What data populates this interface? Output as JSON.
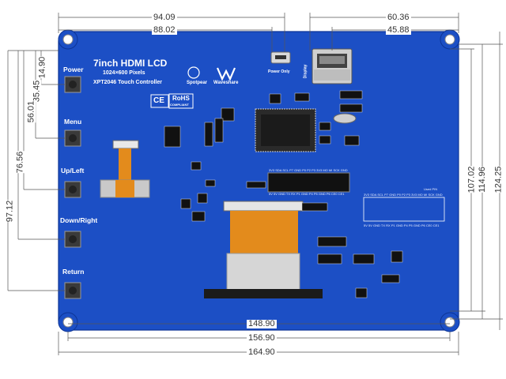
{
  "board": {
    "title": "7inch HDMI LCD",
    "resolution": "1024×600 Pixels",
    "controller": "XPT2046 Touch Controller",
    "brand_a": "Spotpear",
    "brand_b": "Waveshare",
    "power_label": "Power Only",
    "display_label": "Display",
    "used_pin_label": "Used PIN",
    "header_labels_top": "3V3 SDA SCL P7 GND P0 P2 P3 3V3 MO MI SCK GND",
    "header_labels_bottom": "5V 5V GND TX RX P1 GND P4 P5 GND P6 CE0 CE1",
    "right_labels_top": "3V3 SDA SCL P7 GND P0 P2 P3 3V3 MO MI SCK GND",
    "right_labels_bottom": "5V 5V GND TX RX P1 GND P4 P5 GND P6 CE0 CE1",
    "ce_mark": "CE",
    "rohs_mark": "RoHS",
    "rohs_sub": "COMPLIANT"
  },
  "buttons": [
    {
      "label": "Power"
    },
    {
      "label": "Menu"
    },
    {
      "label": "Up/Left"
    },
    {
      "label": "Down/Right"
    },
    {
      "label": "Return"
    }
  ],
  "dimensions": {
    "top_left_1": "94.09",
    "top_left_2": "88.02",
    "top_right_1": "60.36",
    "top_right_2": "45.88",
    "left_1": "14.90",
    "left_2": "35.45",
    "left_3": "56.01",
    "left_4": "76.56",
    "left_5": "97.12",
    "right_1": "107.02",
    "right_2": "114.96",
    "right_3": "124.25",
    "bottom_1": "148.90",
    "bottom_2": "156.90",
    "bottom_3": "164.90"
  },
  "colors": {
    "pcb": "#1a4fc4",
    "pcb_edge": "#0f3a9e",
    "dim_line": "#555555"
  }
}
